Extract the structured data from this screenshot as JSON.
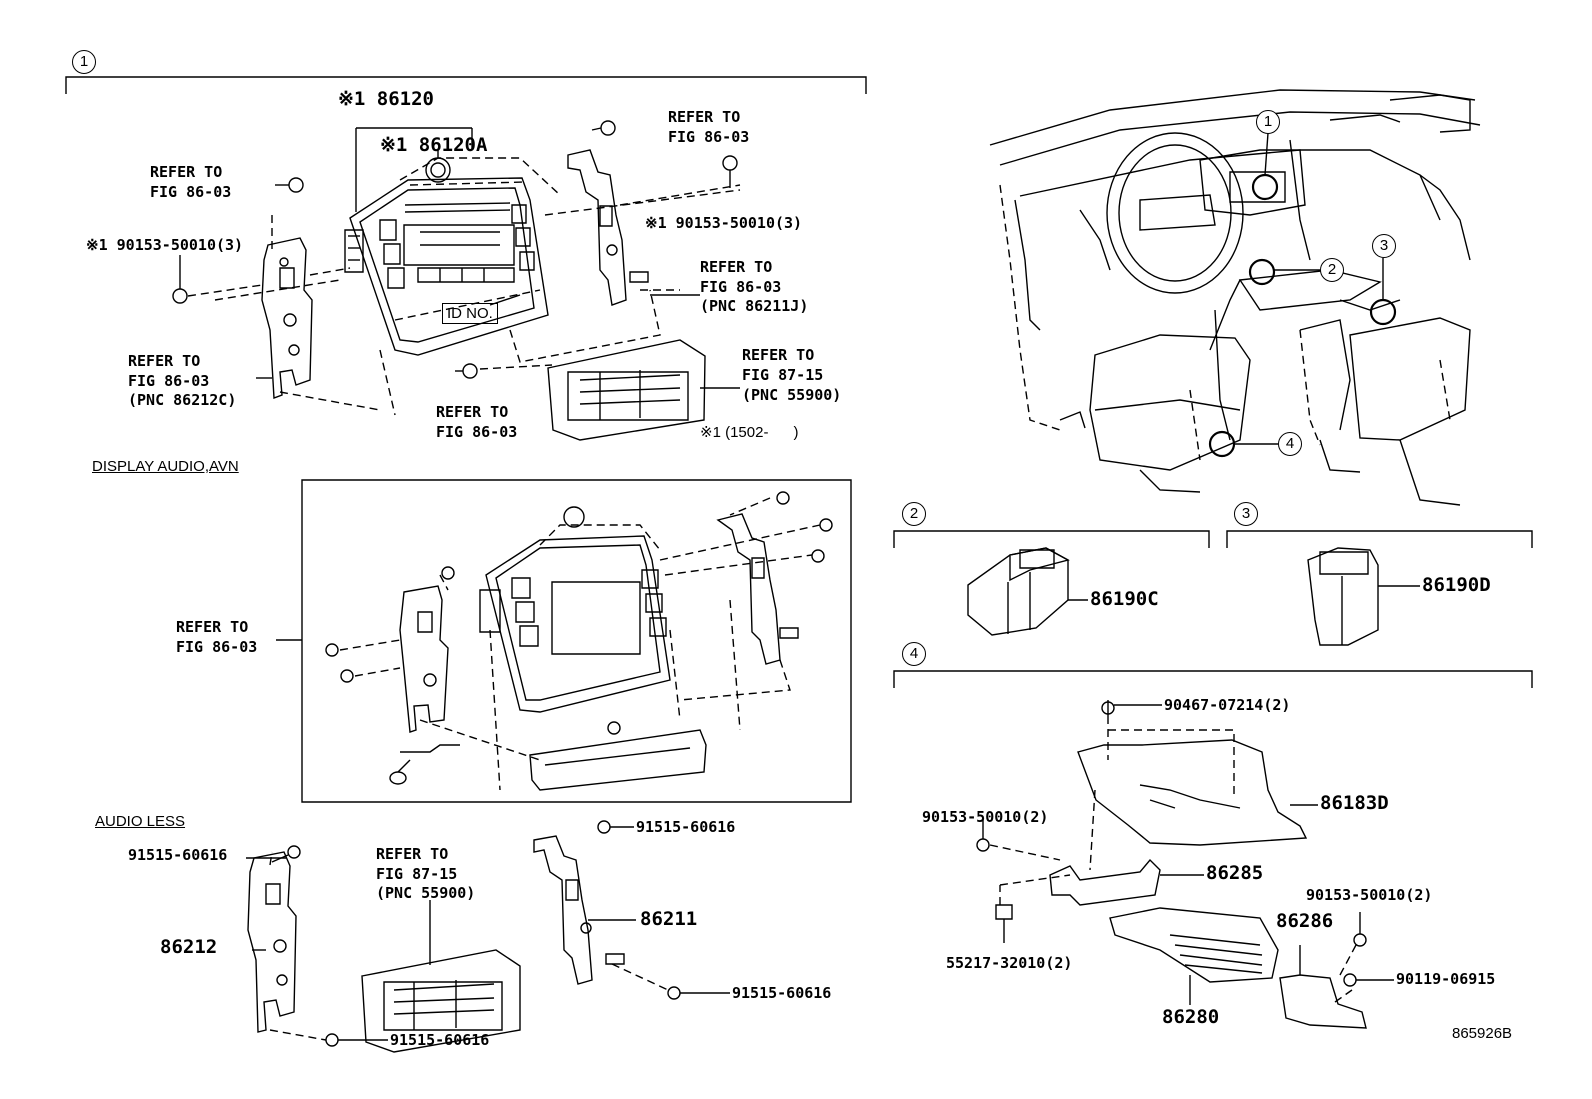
{
  "section_markers": {
    "m1": "1",
    "m2": "2",
    "m3": "3",
    "m4": "4",
    "car_1": "1",
    "car_2": "2",
    "car_3": "3",
    "car_4": "4"
  },
  "section1": {
    "part_86120": "※1 86120",
    "part_86120A": "※1 86120A",
    "refer_fig8603_a_l1": "REFER TO",
    "refer_fig8603_a_l2": "FIG 86-03",
    "refer_fig8603_b_l1": "REFER TO",
    "refer_fig8603_b_l2": "FIG 86-03",
    "bolt_left": "※1 90153-50010(3)",
    "bolt_right": "※1 90153-50010(3)",
    "refer_fig8603_c_l1": "REFER TO",
    "refer_fig8603_c_l2": "FIG 86-03",
    "refer_fig8603_c_l3": "(PNC 86211J)",
    "id_no": "ID NO.",
    "refer_fig8603_d_l1": "REFER TO",
    "refer_fig8603_d_l2": "FIG 86-03",
    "refer_fig8603_d_l3": "(PNC 86212C)",
    "refer_fig8715_l1": "REFER TO",
    "refer_fig8715_l2": "FIG 87-15",
    "refer_fig8715_l3": "(PNC 55900)",
    "refer_fig8603_e_l1": "REFER TO",
    "refer_fig8603_e_l2": "FIG 86-03",
    "note_1502": "※1 (1502-      )"
  },
  "display_audio": {
    "heading": "DISPLAY AUDIO,AVN",
    "refer_l1": "REFER TO",
    "refer_l2": "FIG 86-03"
  },
  "audio_less": {
    "heading": "AUDIO LESS",
    "bolt_tl": "91515-60616",
    "bolt_tr": "91515-60616",
    "bolt_br": "91515-60616",
    "bolt_bl": "91515-60616",
    "refer_l1": "REFER TO",
    "refer_l2": "FIG 87-15",
    "refer_l3": "(PNC 55900)",
    "part_86212": "86212",
    "part_86211": "86211"
  },
  "section2": {
    "part": "86190C"
  },
  "section3": {
    "part": "86190D"
  },
  "section4": {
    "screw_top": "90467-07214(2)",
    "bolt_left": "90153-50010(2)",
    "part_86183D": "86183D",
    "part_86285": "86285",
    "bolt_right": "90153-50010(2)",
    "part_86286": "86286",
    "clip": "55217-32010(2)",
    "screw_right": "90119-06915",
    "part_86280": "86280"
  },
  "figure_code": "865926B"
}
